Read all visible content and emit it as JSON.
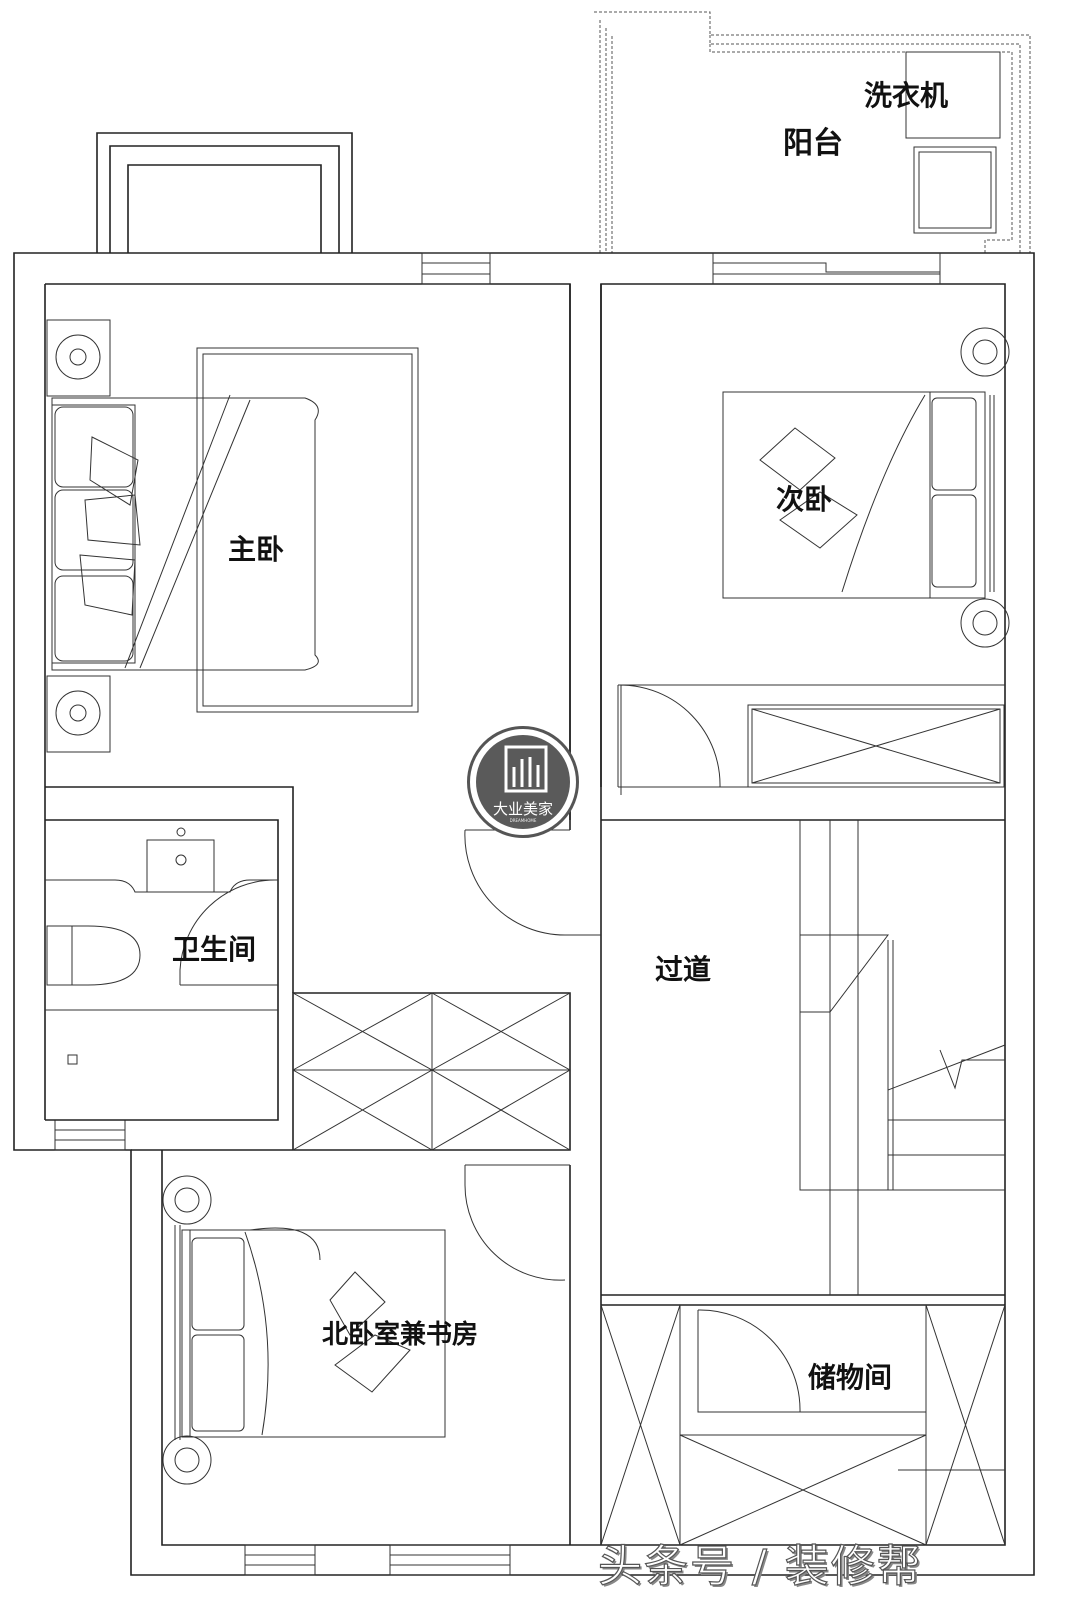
{
  "rooms": {
    "washing_machine": "洗衣机",
    "balcony": "阳台",
    "master_bedroom": "主卧",
    "second_bedroom": "次卧",
    "bathroom": "卫生间",
    "corridor": "过道",
    "north_bedroom_study": "北卧室兼书房",
    "storage": "储物间"
  },
  "logo": {
    "name": "大业美家",
    "sub": "DREAMHOME"
  },
  "watermark": "头条号 / 装修帮",
  "colors": {
    "line": "#222222",
    "logo_bg": "#5a5a5a"
  }
}
